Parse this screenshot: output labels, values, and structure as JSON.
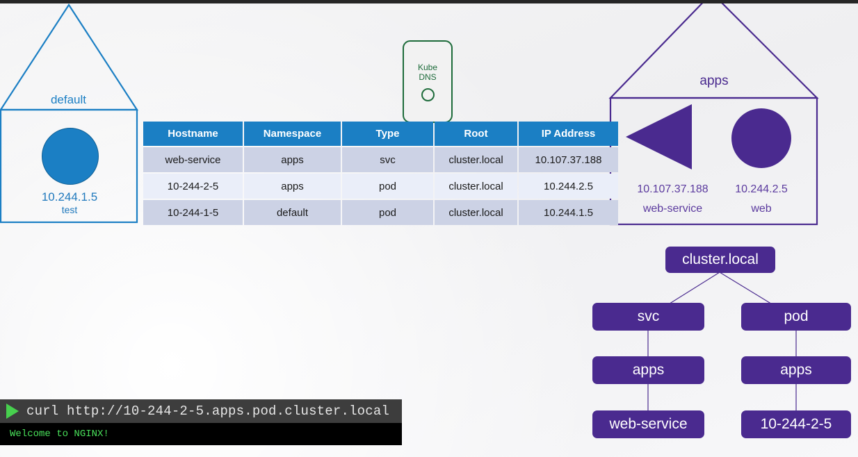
{
  "slide": {
    "background_color": "#f2f2f2",
    "accent_blue": "#1b7fc4",
    "accent_purple": "#4a2a8f",
    "accent_green": "#1d6b3a"
  },
  "namespaces": [
    {
      "label": "default",
      "color": "#1b7fc4",
      "objects": [
        {
          "kind": "pod",
          "shape": "circle",
          "ip": "10.244.1.5",
          "name": "test"
        }
      ]
    },
    {
      "label": "apps",
      "color": "#4a2a8f",
      "objects": [
        {
          "kind": "svc",
          "shape": "triangle",
          "ip": "10.107.37.188",
          "name": "web-service"
        },
        {
          "kind": "pod",
          "shape": "circle",
          "ip": "10.244.2.5",
          "name": "web"
        }
      ]
    }
  ],
  "kube_dns": {
    "line1": "Kube",
    "line2": "DNS"
  },
  "table": {
    "columns": [
      "Hostname",
      "Namespace",
      "Type",
      "Root",
      "IP Address"
    ],
    "rows": [
      [
        "web-service",
        "apps",
        "svc",
        "cluster.local",
        "10.107.37.188"
      ],
      [
        "10-244-2-5",
        "apps",
        "pod",
        "cluster.local",
        "10.244.2.5"
      ],
      [
        "10-244-1-5",
        "default",
        "pod",
        "cluster.local",
        "10.244.1.5"
      ]
    ]
  },
  "dns_tree": {
    "root": "cluster.local",
    "branches": [
      {
        "level1": "svc",
        "level2": "apps",
        "level3": "web-service"
      },
      {
        "level1": "pod",
        "level2": "apps",
        "level3": "10-244-2-5"
      }
    ]
  },
  "terminal": {
    "prompt_icon": "play-icon",
    "command": "curl http://10-244-2-5.apps.pod.cluster.local",
    "output": "Welcome to NGINX!"
  }
}
